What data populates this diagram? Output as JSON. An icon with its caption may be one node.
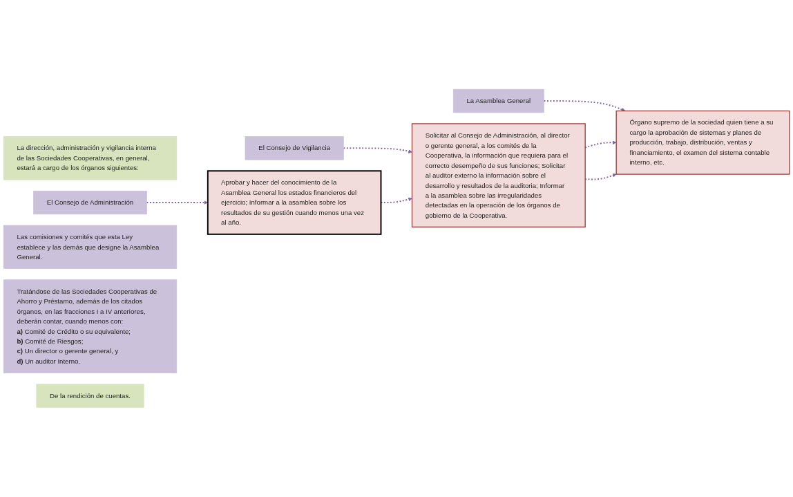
{
  "diagram": {
    "nodes": [
      {
        "text": [
          "La dirección, administración y vigilancia interna de las Sociedades Cooperativas, en general, estará a cargo de los órganos siguientes:"
        ]
      },
      {
        "text": [
          "La Asamblea General"
        ]
      },
      {
        "text": [
          "El Consejo de Administración"
        ]
      },
      {
        "text": [
          "El Consejo de Vigilancia"
        ]
      },
      {
        "text": [
          "Las comisiones y comités que esta Ley establece y las demás que designe la Asamblea General."
        ]
      },
      {
        "text": [
          "Tratándose de las Sociedades Cooperativas de Ahorro y Préstamo, además de los citados órganos, en las fracciones I a IV anteriores, deberán contar, cuando menos con:",
          "**a)** Comité de Crédito o su equivalente;",
          "**b)** Comité de Riesgos;",
          "**c)** Un director o gerente general, y",
          "**d)** Un auditor Interno."
        ]
      },
      {
        "text": [
          "De la rendición de cuentas."
        ]
      },
      {
        "text": [
          "Órgano supremo de la sociedad quien tiene a su cargo la aprobación de sistemas y planes de producción, trabajo, distribución, ventas y financiamiento, el examen del sistema contable interno, etc."
        ]
      },
      {
        "text": [
          "Solicitar al Consejo de Administración, al director o gerente general, a los comités de la Cooperativa, la información que requiera para el correcto desempeño de sus funciones; Solicitar al auditor externo la información sobre el desarrollo y resultados de la auditoria; Informar a la asamblea sobre las irregularidades detectadas en la operación de los órganos de gobierno de la Cooperativa."
        ]
      },
      {
        "text": [
          "Aprobar y hacer del conocimiento de la Asamblea General los estados financieros del ejercicio; Informar a la asamblea sobre los resultados de su gestión cuando menos una vez al año."
        ]
      }
    ],
    "edges": [
      {
        "from": 1,
        "to": 7,
        "arrow": "to",
        "style": "dashed"
      },
      {
        "from": 2,
        "to": 9,
        "arrow": "to",
        "style": "dashed"
      },
      {
        "from": 3,
        "to": 8,
        "arrow": "to",
        "style": "dashed"
      },
      {
        "from": 8,
        "to": 7,
        "arrow": "to",
        "style": "dashed"
      },
      {
        "from": 8,
        "to": 7,
        "arrow": "to",
        "style": "dashed"
      },
      {
        "from": 9,
        "to": 8,
        "arrow": "to",
        "style": "dashed"
      }
    ]
  }
}
